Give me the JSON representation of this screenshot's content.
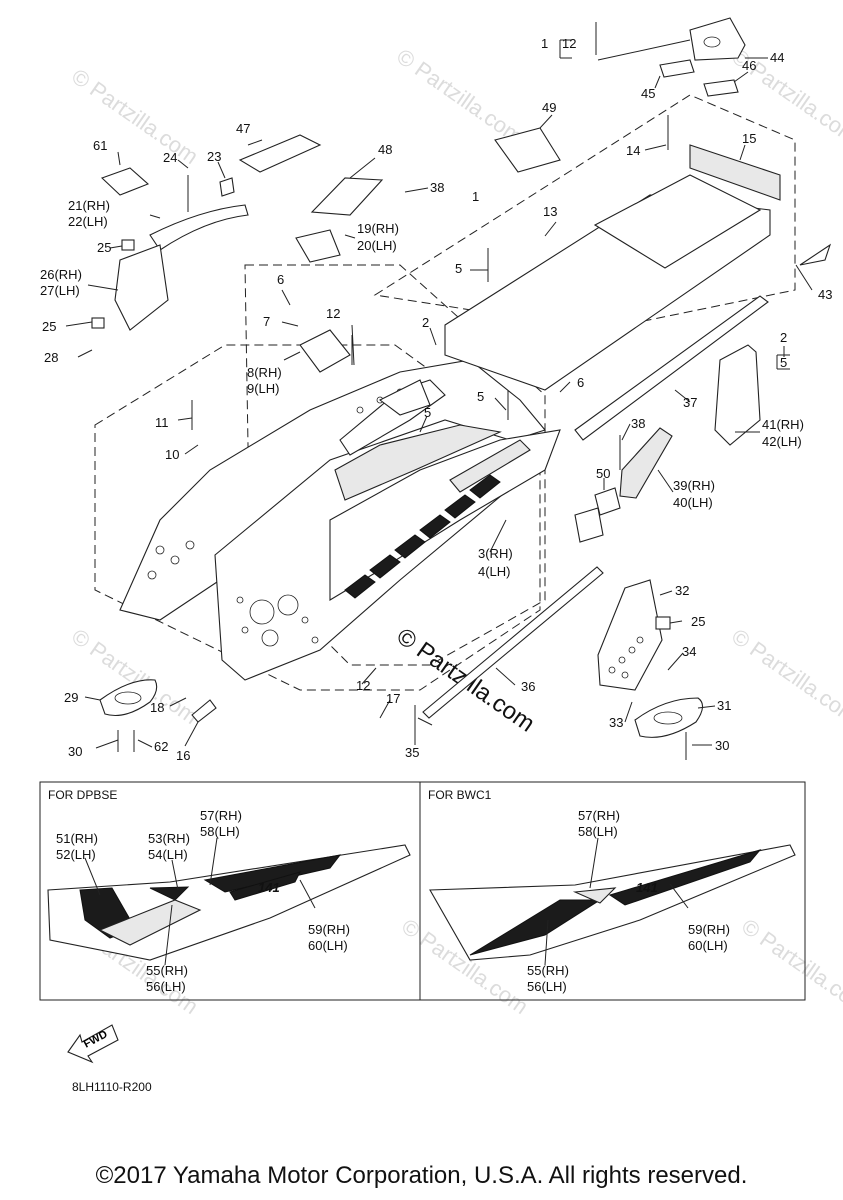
{
  "watermark": {
    "main": "© Partzilla.com",
    "repeat": "© Partzilla.com"
  },
  "callouts": {
    "c1": "1",
    "c12a": "12",
    "c44": "44",
    "c46": "46",
    "c45": "45",
    "c49": "49",
    "c15": "15",
    "c14": "14",
    "c47": "47",
    "c61": "61",
    "c24": "24",
    "c23": "23",
    "c48": "48",
    "c38a": "38",
    "c21": "21(RH)",
    "c22": "22(LH)",
    "c13": "13",
    "c19": "19(RH)",
    "c20": "20(LH)",
    "c25a": "25",
    "c5a": "5",
    "c26": "26(RH)",
    "c27": "27(LH)",
    "c6a": "6",
    "c43": "43",
    "c25b": "25",
    "c7": "7",
    "c12b": "12",
    "c2a": "2",
    "c28": "28",
    "c8": "8(RH)",
    "c9": "9(LH)",
    "c2b": "2",
    "c5b": "5",
    "c6b": "6",
    "c5c": "5",
    "c11": "11",
    "c5d": "5",
    "c37": "37",
    "c41": "41(RH)",
    "c42": "42(LH)",
    "c10": "10",
    "c38b": "38",
    "c50": "50",
    "c39": "39(RH)",
    "c40": "40(LH)",
    "c3": "3(RH)",
    "c4": "4(LH)",
    "c32": "32",
    "c25c": "25",
    "c34": "34",
    "c12c": "12",
    "c36": "36",
    "c29": "29",
    "c18": "18",
    "c17": "17",
    "c31": "31",
    "c16": "16",
    "c33": "33",
    "c30a": "30",
    "c62": "62",
    "c35": "35",
    "c30b": "30"
  },
  "box_left": {
    "title": "FOR DPBSE",
    "l51": "51(RH)",
    "l52": "52(LH)",
    "l53": "53(RH)",
    "l54": "54(LH)",
    "l57": "57(RH)",
    "l58": "58(LH)",
    "l59": "59(RH)",
    "l60": "60(LH)",
    "l55": "55(RH)",
    "l56": "56(LH)",
    "decal_num": "141"
  },
  "box_right": {
    "title": "FOR BWC1",
    "l57": "57(RH)",
    "l58": "58(LH)",
    "l59": "59(RH)",
    "l60": "60(LH)",
    "l55": "55(RH)",
    "l56": "56(LH)",
    "decal_num": "141"
  },
  "fwd": "FWD",
  "diagram_code": "8LH1110-R200",
  "copyright": "©2017 Yamaha Motor Corporation, U.S.A. All rights reserved."
}
